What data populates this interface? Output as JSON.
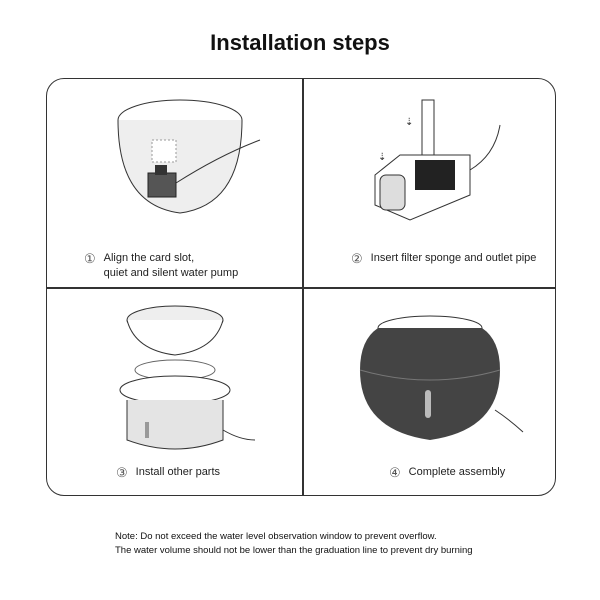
{
  "title": "Installation steps",
  "steps": [
    {
      "num": "①",
      "lines": [
        "Align the card slot,",
        "quiet and silent water pump"
      ]
    },
    {
      "num": "②",
      "lines": [
        "Insert filter sponge and outlet pipe"
      ]
    },
    {
      "num": "③",
      "lines": [
        "Install other parts"
      ]
    },
    {
      "num": "④",
      "lines": [
        "Complete assembly"
      ]
    }
  ],
  "note": [
    "Note: Do not exceed the water level observation window to prevent overflow.",
    "The water volume should not be lower than the graduation line to prevent dry burning"
  ]
}
